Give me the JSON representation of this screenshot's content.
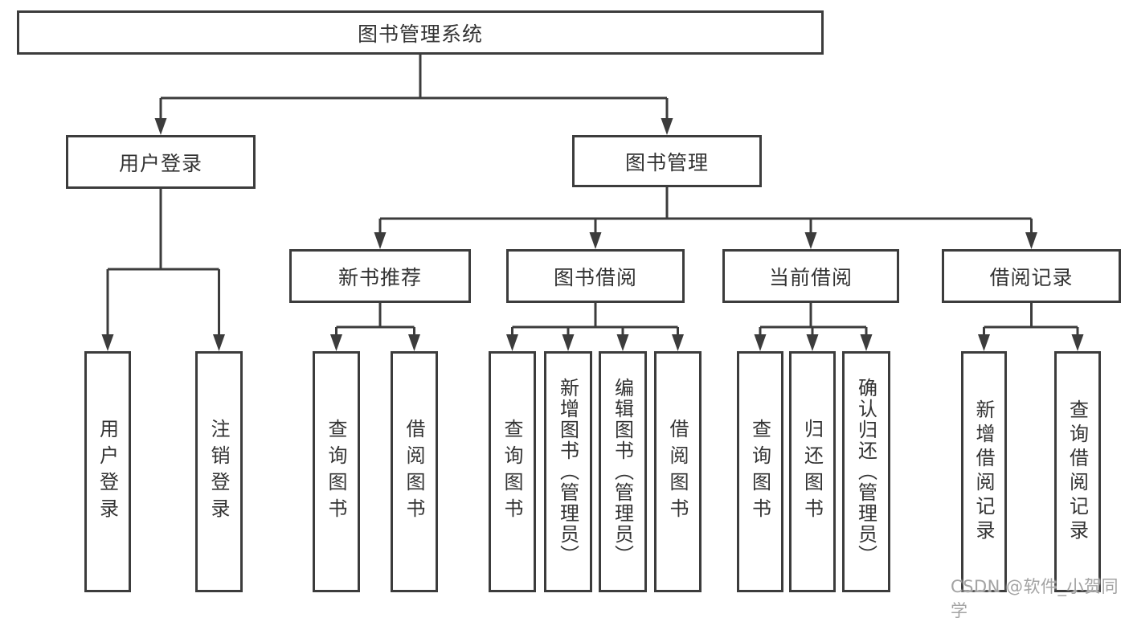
{
  "watermark": "CSDN @软件_小贺同学",
  "colors": {
    "line": "#3c3c3c",
    "text": "#333333",
    "background": "#ffffff",
    "watermark_text": "#a3a3a3"
  },
  "tree": {
    "root": {
      "label": "图书管理系统"
    },
    "branches": [
      {
        "label": "用户登录",
        "leaves": [
          {
            "label": "用户登录"
          },
          {
            "label": "注销登录"
          }
        ]
      },
      {
        "label": "图书管理",
        "groups": [
          {
            "label": "新书推荐",
            "leaves": [
              {
                "label": "查询图书"
              },
              {
                "label": "借阅图书"
              }
            ]
          },
          {
            "label": "图书借阅",
            "leaves": [
              {
                "label": "查询图书"
              },
              {
                "label": "新增图书（管理员）"
              },
              {
                "label": "编辑图书（管理员）"
              },
              {
                "label": "借阅图书"
              }
            ]
          },
          {
            "label": "当前借阅",
            "leaves": [
              {
                "label": "查询图书"
              },
              {
                "label": "归还图书"
              },
              {
                "label": "确认归还（管理员）"
              }
            ]
          },
          {
            "label": "借阅记录",
            "leaves": [
              {
                "label": "新增借阅记录"
              },
              {
                "label": "查询借阅记录"
              }
            ]
          }
        ]
      }
    ]
  }
}
